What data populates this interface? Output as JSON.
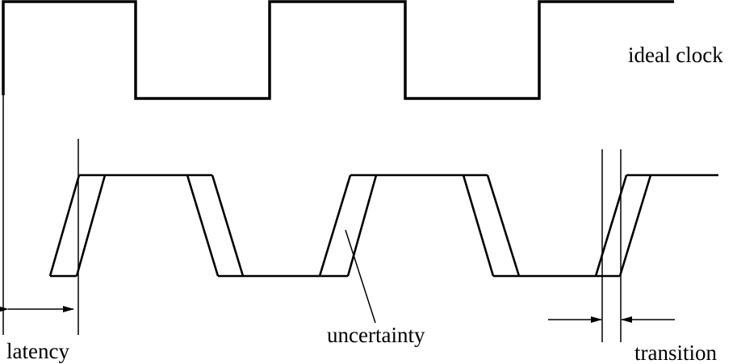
{
  "labels": {
    "ideal_clock": "ideal clock",
    "latency": "latency",
    "uncertainty": "uncertainty",
    "transition": "transition"
  },
  "colors": {
    "line": "#000000",
    "background": "#ffffff"
  }
}
